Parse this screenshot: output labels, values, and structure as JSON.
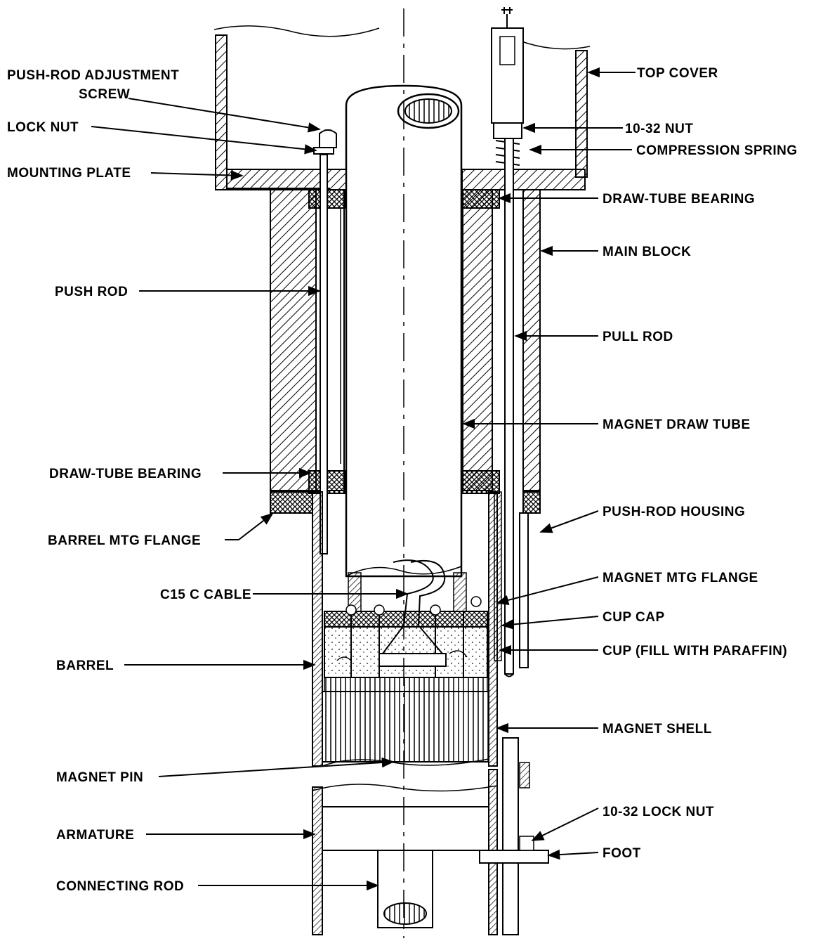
{
  "diagram": {
    "labels_left": [
      {
        "id": "push-rod-adjustment-screw",
        "text": "PUSH-ROD ADJUSTMENT",
        "text2": "SCREW"
      },
      {
        "id": "lock-nut",
        "text": "LOCK NUT"
      },
      {
        "id": "mounting-plate",
        "text": "MOUNTING PLATE"
      },
      {
        "id": "push-rod",
        "text": "PUSH ROD"
      },
      {
        "id": "draw-tube-bearing-lower",
        "text": "DRAW-TUBE BEARING"
      },
      {
        "id": "barrel-mtg-flange",
        "text": "BARREL MTG FLANGE"
      },
      {
        "id": "c15c-cable",
        "text": "C15 C CABLE"
      },
      {
        "id": "barrel",
        "text": "BARREL"
      },
      {
        "id": "magnet-pin",
        "text": "MAGNET PIN"
      },
      {
        "id": "armature",
        "text": "ARMATURE"
      },
      {
        "id": "connecting-rod",
        "text": "CONNECTING ROD"
      }
    ],
    "labels_right": [
      {
        "id": "top-cover",
        "text": "TOP COVER"
      },
      {
        "id": "nut-10-32",
        "text": "10-32 NUT"
      },
      {
        "id": "compression-spring",
        "text": "COMPRESSION SPRING"
      },
      {
        "id": "draw-tube-bearing-upper",
        "text": "DRAW-TUBE BEARING"
      },
      {
        "id": "main-block",
        "text": "MAIN BLOCK"
      },
      {
        "id": "pull-rod",
        "text": "PULL ROD"
      },
      {
        "id": "magnet-draw-tube",
        "text": "MAGNET DRAW TUBE"
      },
      {
        "id": "push-rod-housing",
        "text": "PUSH-ROD HOUSING"
      },
      {
        "id": "magnet-mtg-flange",
        "text": "MAGNET MTG FLANGE"
      },
      {
        "id": "cup-cap",
        "text": "CUP CAP"
      },
      {
        "id": "cup",
        "text": "CUP (FILL WITH PARAFFIN)"
      },
      {
        "id": "magnet-shell",
        "text": "MAGNET SHELL"
      },
      {
        "id": "lock-nut-10-32",
        "text": "10-32 LOCK NUT"
      },
      {
        "id": "foot",
        "text": "FOOT"
      }
    ]
  }
}
